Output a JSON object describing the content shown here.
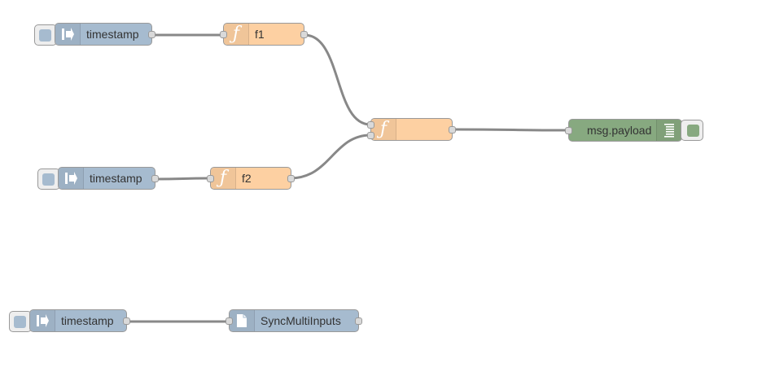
{
  "colors": {
    "inject": "#a6bbcf",
    "function": "#fdd0a2",
    "debug": "#87a980",
    "file": "#a6bbcf",
    "wire": "#888888"
  },
  "nodes": {
    "inject_1": {
      "label": "timestamp",
      "icon": "inject-arrow-icon"
    },
    "inject_2": {
      "label": "timestamp",
      "icon": "inject-arrow-icon"
    },
    "inject_3": {
      "label": "timestamp",
      "icon": "inject-arrow-icon"
    },
    "function_f1": {
      "label": "f1",
      "icon": "function-icon"
    },
    "function_f2": {
      "label": "f2",
      "icon": "function-icon"
    },
    "function_merge": {
      "label": "",
      "icon": "function-icon"
    },
    "debug": {
      "label": "msg.payload",
      "icon": "debug-list-icon"
    },
    "file_node": {
      "label": "SyncMultiInputs",
      "icon": "file-icon"
    }
  }
}
